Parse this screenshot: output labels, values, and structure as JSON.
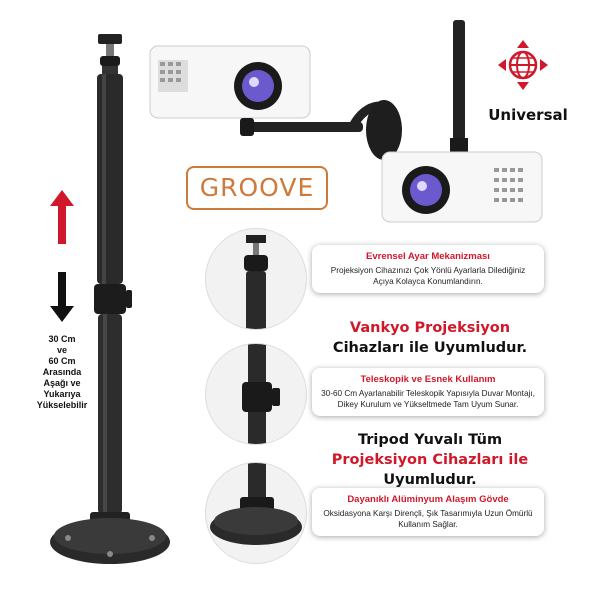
{
  "brand": {
    "name": "GROOVE"
  },
  "universal": {
    "label": "Universal"
  },
  "height_note": {
    "lines": [
      "30 Cm",
      "ve",
      "60 Cm",
      "Arasında",
      "Aşağı ve",
      "Yukarıya",
      "Yükselebilir"
    ]
  },
  "features": [
    {
      "title": "Evrensel Ayar Mekanizması",
      "body": "Projeksiyon Cihazınızı Çok Yönlü Ayarlarla Dilediğiniz Açıya Kolayca Konumlandırın."
    },
    {
      "title": "Teleskopik ve Esnek Kullanım",
      "body": "30-60 Cm Ayarlanabilir Teleskopik Yapısıyla Duvar Montajı, Dikey Kurulum ve Yükseltmede Tam Uyum Sunar."
    },
    {
      "title": "Dayanıklı Alüminyum Alaşım Gövde",
      "body": "Oksidasyona Karşı Dirençli, Şık Tasarımıyla Uzun Ömürlü Kullanım Sağlar."
    }
  ],
  "headline1": {
    "brand": "Vankyo Projeksiyon",
    "rest": "Cihazları ile Uyumludur."
  },
  "headline2": {
    "line1": "Tripod Yuvalı Tüm",
    "line2": "Projeksiyon Cihazları ile",
    "line3": "Uyumludur."
  },
  "colors": {
    "accent_red": "#d0182a",
    "brand_orange": "#cf7a3a",
    "pole": "#2a2a2a"
  }
}
